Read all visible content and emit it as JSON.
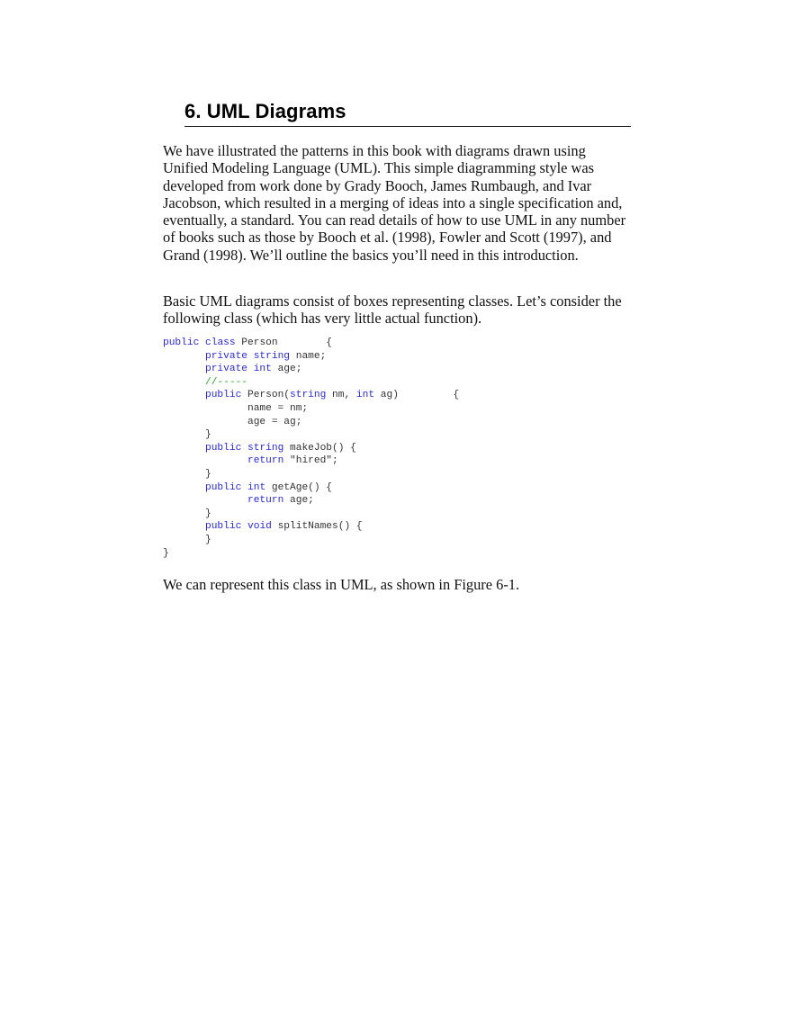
{
  "document": {
    "heading": "6. UML Diagrams",
    "paragraphs": [
      "We have illustrated the patterns in this book with diagrams drawn using Unified Modeling Language (UML). This simple diagramming style was developed from work done by Grady Booch, James Rumbaugh, and Ivar Jacobson, which resulted in a merging of ideas into a single specification and, eventually, a standard. You can read details of how to use UML in any number of books such as those by Booch et al. (1998), Fowler and Scott (1997), and Grand (1998). We’ll outline the basics you’ll need in this introduction.",
      "Basic UML diagrams consist of boxes representing classes. Let’s consider the following class (which has very little actual function).",
      "We can represent this class in UML, as shown in Figure 6-1."
    ],
    "code": {
      "colors": {
        "keyword": "#2a2ad8",
        "comment": "#2aa52a",
        "text": "#333333"
      },
      "lines": [
        [
          {
            "t": "kw",
            "v": "public"
          },
          {
            "t": "tx",
            "v": " "
          },
          {
            "t": "kw",
            "v": "class"
          },
          {
            "t": "tx",
            "v": " Person        {"
          }
        ],
        [
          {
            "t": "tx",
            "v": "       "
          },
          {
            "t": "kw",
            "v": "private"
          },
          {
            "t": "tx",
            "v": " "
          },
          {
            "t": "kw",
            "v": "string"
          },
          {
            "t": "tx",
            "v": " name;"
          }
        ],
        [
          {
            "t": "tx",
            "v": "       "
          },
          {
            "t": "kw",
            "v": "private"
          },
          {
            "t": "tx",
            "v": " "
          },
          {
            "t": "kw",
            "v": "int"
          },
          {
            "t": "tx",
            "v": " age;"
          }
        ],
        [
          {
            "t": "tx",
            "v": "       "
          },
          {
            "t": "cm",
            "v": "//-----"
          }
        ],
        [
          {
            "t": "tx",
            "v": "       "
          },
          {
            "t": "kw",
            "v": "public"
          },
          {
            "t": "tx",
            "v": " Person("
          },
          {
            "t": "kw",
            "v": "string"
          },
          {
            "t": "tx",
            "v": " nm, "
          },
          {
            "t": "kw",
            "v": "int"
          },
          {
            "t": "tx",
            "v": " ag)         {"
          }
        ],
        [
          {
            "t": "tx",
            "v": "              name = nm;"
          }
        ],
        [
          {
            "t": "tx",
            "v": "              age = ag;"
          }
        ],
        [
          {
            "t": "tx",
            "v": "       }"
          }
        ],
        [
          {
            "t": "tx",
            "v": "       "
          },
          {
            "t": "kw",
            "v": "public"
          },
          {
            "t": "tx",
            "v": " "
          },
          {
            "t": "kw",
            "v": "string"
          },
          {
            "t": "tx",
            "v": " makeJob() {"
          }
        ],
        [
          {
            "t": "tx",
            "v": "              "
          },
          {
            "t": "kw",
            "v": "return"
          },
          {
            "t": "tx",
            "v": " \"hired\";"
          }
        ],
        [
          {
            "t": "tx",
            "v": "       }"
          }
        ],
        [
          {
            "t": "tx",
            "v": "       "
          },
          {
            "t": "kw",
            "v": "public"
          },
          {
            "t": "tx",
            "v": " "
          },
          {
            "t": "kw",
            "v": "int"
          },
          {
            "t": "tx",
            "v": " getAge() {"
          }
        ],
        [
          {
            "t": "tx",
            "v": "              "
          },
          {
            "t": "kw",
            "v": "return"
          },
          {
            "t": "tx",
            "v": " age;"
          }
        ],
        [
          {
            "t": "tx",
            "v": "       }"
          }
        ],
        [
          {
            "t": "tx",
            "v": "       "
          },
          {
            "t": "kw",
            "v": "public"
          },
          {
            "t": "tx",
            "v": " "
          },
          {
            "t": "kw",
            "v": "void"
          },
          {
            "t": "tx",
            "v": " splitNames() {"
          }
        ],
        [
          {
            "t": "tx",
            "v": "       }"
          }
        ],
        [
          {
            "t": "tx",
            "v": "}"
          }
        ]
      ]
    }
  }
}
